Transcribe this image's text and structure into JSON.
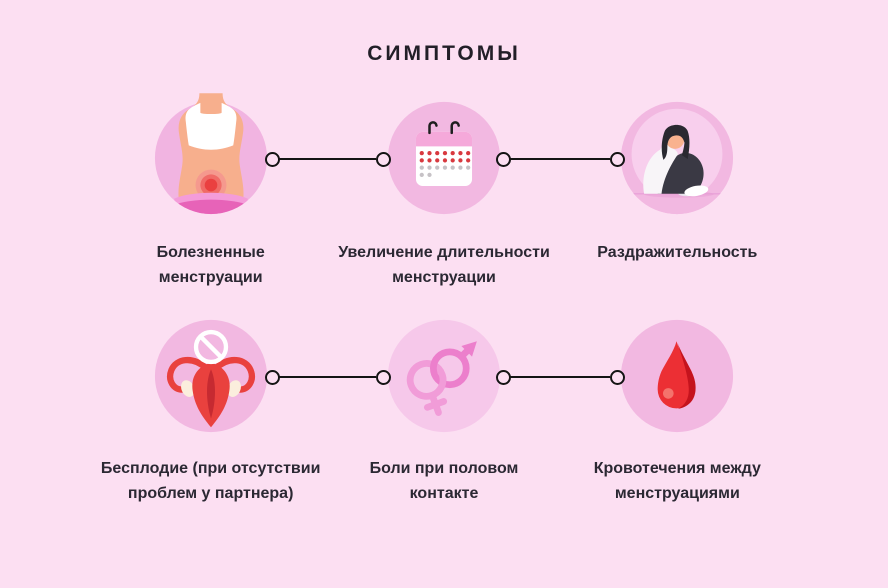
{
  "title": "СИМПТОМЫ",
  "colors": {
    "background": "#FCDFF2",
    "circle_fill": "#F3B9E3",
    "circle_fill_light": "#F6C8EA",
    "title_text": "#221F28",
    "label_text": "#2B2833",
    "connector": "#141414",
    "red_accent": "#E9403E",
    "dark_red_accent": "#C62A31",
    "pink_symbol_female": "#F19CD8",
    "pink_symbol_male": "#EC7FCC",
    "calendar_header": "#F5A9DA",
    "calendar_dot_red": "#D8393F",
    "calendar_dot_gray": "#C6C2C6",
    "skin": "#F7AF8D"
  },
  "rows": [
    {
      "items": [
        {
          "icon": "pelvic-pain-torso-icon",
          "label": "Болезненные менструации"
        },
        {
          "icon": "calendar-icon",
          "label": "Увеличение длительности менструации"
        },
        {
          "icon": "sad-sitting-woman-icon",
          "label": "Раздражительность"
        }
      ]
    },
    {
      "items": [
        {
          "icon": "uterus-infertility-icon",
          "label": "Бесплодие (при отсутствии проблем у партнера)"
        },
        {
          "icon": "gender-symbols-icon",
          "label": "Боли при половом контакте"
        },
        {
          "icon": "blood-drop-icon",
          "label": "Кровотечения между менструациями"
        }
      ]
    }
  ]
}
